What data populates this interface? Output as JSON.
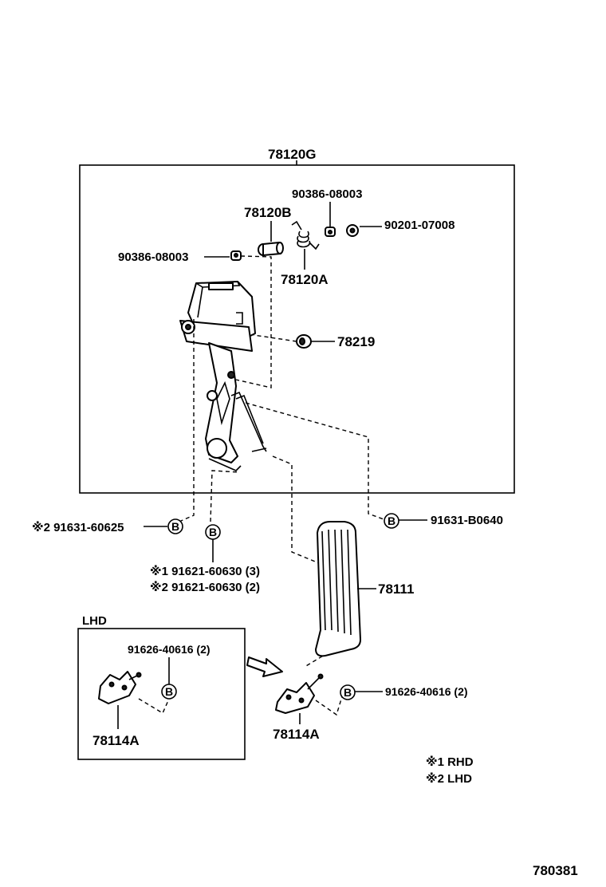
{
  "labels": {
    "assembly": "78120G",
    "bolt_top": "90386-08003",
    "pin": "78120B",
    "nut_right": "90201-07008",
    "bolt_left": "90386-08003",
    "spring": "78120A",
    "bushing": "78219",
    "note_b_left": "※2 91631-60625",
    "bolt_b_right": "91631-B0640",
    "note_b_center_1": "※1 91621-60630 (3)",
    "note_b_center_2": "※2 91621-60630 (2)",
    "pedal_pad": "78111",
    "lhd_title": "LHD",
    "lhd_bolt": "91626-40616 (2)",
    "lhd_bracket": "78114A",
    "rhd_bolt": "91626-40616 (2)",
    "rhd_bracket": "78114A",
    "legend_1": "※1  RHD",
    "legend_2": "※2   LHD",
    "drawing_number": "780381"
  },
  "b_marker": "B",
  "colors": {
    "ink": "#000000",
    "paper": "#ffffff"
  }
}
